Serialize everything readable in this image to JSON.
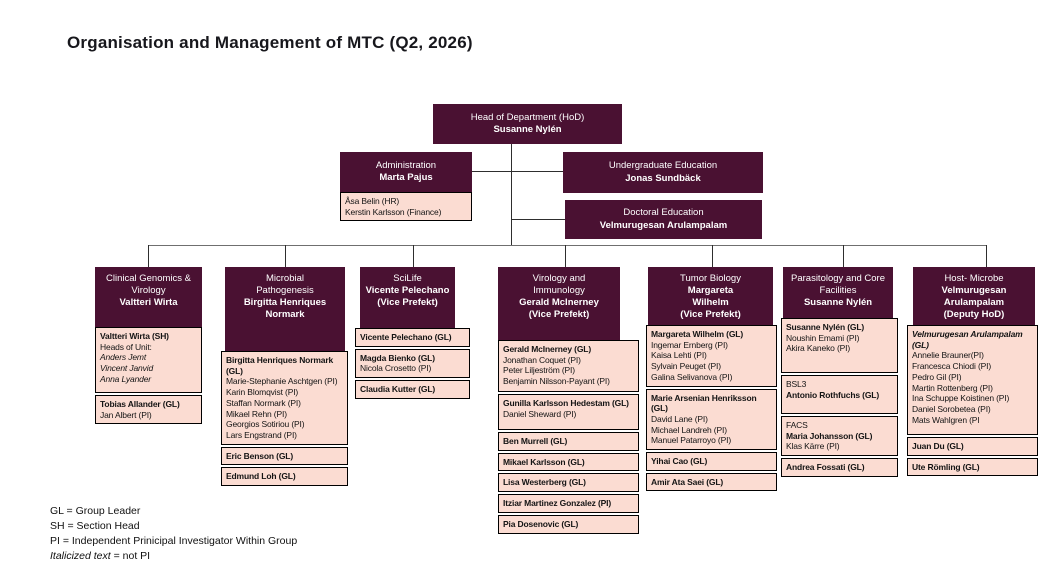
{
  "title": "Organisation and Management of MTC (Q2, 2026)",
  "colors": {
    "dark_box": "#4a1132",
    "light_box": "#fbdcd2",
    "connector": "#2e2e2e"
  },
  "top": {
    "hod": {
      "role": "Head of Department (HoD)",
      "name": "Susanne Nylén"
    },
    "administration": {
      "role": "Administration",
      "name": "Marta Pajus",
      "staff": [
        "Åsa Belin (HR)",
        "Kerstin Karlsson (Finance)"
      ]
    },
    "undergraduate": {
      "role": "Undergraduate Education",
      "name": "Jonas Sundbäck"
    },
    "doctoral": {
      "role": "Doctoral Education",
      "name": "Velmurugesan Arulampalam"
    }
  },
  "sections": [
    {
      "id": "clinical-genomics-virology",
      "title": "Clinical Genomics & Virology",
      "name": "Valtteri Wirta",
      "suffix": "",
      "groups": [
        [
          {
            "t": "Valtteri Wirta (SH)",
            "s": "b"
          },
          {
            "t": "Heads of Unit:",
            "s": "r"
          },
          {
            "t": "Anders Jemt",
            "s": "i"
          },
          {
            "t": "Vincent Janvid",
            "s": "i"
          },
          {
            "t": "Anna Lyander",
            "s": "i"
          }
        ],
        [
          {
            "t": "Tobias Allander (GL)",
            "s": "b"
          },
          {
            "t": "Jan Albert (PI)",
            "s": "r"
          }
        ]
      ]
    },
    {
      "id": "microbial-pathogenesis",
      "title": "Microbial Pathogenesis",
      "name": "Birgitta Henriques Normark",
      "suffix": "",
      "groups": [
        [
          {
            "t": "Birgitta Henriques Normark (GL)",
            "s": "b"
          },
          {
            "t": "Marie-Stephanie Aschtgen (PI)",
            "s": "r"
          },
          {
            "t": "Karin Blomqvist (PI)",
            "s": "r"
          },
          {
            "t": "Staffan Normark (PI)",
            "s": "r"
          },
          {
            "t": "Mikael Rehn (PI)",
            "s": "r"
          },
          {
            "t": "Georgios Sotiriou (PI)",
            "s": "r"
          },
          {
            "t": "Lars Engstrand (PI)",
            "s": "r"
          }
        ],
        [
          {
            "t": "Eric Benson (GL)",
            "s": "b"
          }
        ],
        [
          {
            "t": "Edmund Loh (GL)",
            "s": "b"
          }
        ]
      ]
    },
    {
      "id": "scilife",
      "title": "SciLife",
      "name": "Vicente Pelechano",
      "suffix": "(Vice Prefekt)",
      "groups": [
        [
          {
            "t": "Vicente Pelechano (GL)",
            "s": "b"
          }
        ],
        [
          {
            "t": "Magda Bienko (GL)",
            "s": "b"
          },
          {
            "t": "Nicola Crosetto (PI)",
            "s": "r"
          }
        ],
        [
          {
            "t": "Claudia Kutter (GL)",
            "s": "b"
          }
        ]
      ]
    },
    {
      "id": "virology-immunology",
      "title": "Virology and Immunology",
      "name": "Gerald McInerney",
      "suffix": "(Vice Prefekt)",
      "groups": [
        [
          {
            "t": "Gerald McInerney (GL)",
            "s": "b"
          },
          {
            "t": "Jonathan Coquet (PI)",
            "s": "r"
          },
          {
            "t": "Peter Liljeström (PI)",
            "s": "r"
          },
          {
            "t": "Benjamin Nilsson-Payant (PI)",
            "s": "r"
          }
        ],
        [
          {
            "t": "Gunilla Karlsson Hedestam (GL)",
            "s": "b"
          },
          {
            "t": "Daniel Sheward (PI)",
            "s": "r"
          }
        ],
        [
          {
            "t": "Ben Murrell (GL)",
            "s": "b"
          }
        ],
        [
          {
            "t": "Mikael Karlsson (GL)",
            "s": "b"
          }
        ],
        [
          {
            "t": "Lisa Westerberg (GL)",
            "s": "b"
          }
        ],
        [
          {
            "t": "Itziar Martinez Gonzalez (PI)",
            "s": "b"
          }
        ],
        [
          {
            "t": "Pia Dosenovic (GL)",
            "s": "b"
          }
        ]
      ]
    },
    {
      "id": "tumor-biology",
      "title": "Tumor Biology",
      "name": "Margareta Wilhelm",
      "suffix": "(Vice Prefekt)",
      "groups": [
        [
          {
            "t": "Margareta Wilhelm (GL)",
            "s": "b"
          },
          {
            "t": "Ingemar Ernberg (PI)",
            "s": "r"
          },
          {
            "t": "Kaisa Lehti (PI)",
            "s": "r"
          },
          {
            "t": "Sylvain Peuget (PI)",
            "s": "r"
          },
          {
            "t": "Galina Selivanova (PI)",
            "s": "r"
          }
        ],
        [
          {
            "t": "Marie Arsenian Henriksson (GL)",
            "s": "b"
          },
          {
            "t": "David Lane (PI)",
            "s": "r"
          },
          {
            "t": "Michael Landreh (PI)",
            "s": "r"
          },
          {
            "t": "Manuel Patarroyo (PI)",
            "s": "r"
          }
        ],
        [
          {
            "t": "Yihai Cao (GL)",
            "s": "b"
          }
        ],
        [
          {
            "t": "Amir Ata Saei (GL)",
            "s": "b"
          }
        ]
      ]
    },
    {
      "id": "parasitology-core-facilities",
      "title": "Parasitology and Core Facilities",
      "name": "Susanne Nylén",
      "suffix": "",
      "groups": [
        [
          {
            "t": "Susanne Nylén (GL)",
            "s": "b"
          },
          {
            "t": "Noushin Emami (PI)",
            "s": "r"
          },
          {
            "t": "Akira Kaneko (PI)",
            "s": "r"
          }
        ],
        [
          {
            "t": "BSL3",
            "s": "r"
          },
          {
            "t": "Antonio Rothfuchs (GL)",
            "s": "b"
          }
        ],
        [
          {
            "t": "FACS",
            "s": "r"
          },
          {
            "t": "Maria Johansson (GL)",
            "s": "b"
          },
          {
            "t": "Klas Kärre (PI)",
            "s": "r"
          }
        ],
        [
          {
            "t": "Andrea Fossati (GL)",
            "s": "b"
          }
        ]
      ]
    },
    {
      "id": "host-microbe",
      "title": "Host- Microbe",
      "name": "Velmurugesan Arulampalam",
      "suffix": "(Deputy HoD)",
      "groups": [
        [
          {
            "t": "Velmurugesan Arulampalam (GL)",
            "s": "bi"
          },
          {
            "t": "Annelie Brauner(PI)",
            "s": "r"
          },
          {
            "t": "Francesca Chiodi (PI)",
            "s": "r"
          },
          {
            "t": "Pedro Gil (PI)",
            "s": "r"
          },
          {
            "t": "Martin Rottenberg (PI)",
            "s": "r"
          },
          {
            "t": "Ina Schuppe Koistinen (PI)",
            "s": "r"
          },
          {
            "t": "Daniel Sorobetea (PI)",
            "s": "r"
          },
          {
            "t": "Mats Wahlgren (PI",
            "s": "r"
          }
        ],
        [
          {
            "t": "Juan Du (GL)",
            "s": "b"
          }
        ],
        [
          {
            "t": "Ute Römling (GL)",
            "s": "b"
          }
        ]
      ]
    }
  ],
  "legend": [
    {
      "italic": "",
      "text": "GL = Group Leader"
    },
    {
      "italic": "",
      "text": "SH = Section Head"
    },
    {
      "italic": "",
      "text": "PI = Independent Prinicipal Investigator Within Group"
    },
    {
      "italic": "Italicized text",
      "text": " = not PI"
    }
  ]
}
